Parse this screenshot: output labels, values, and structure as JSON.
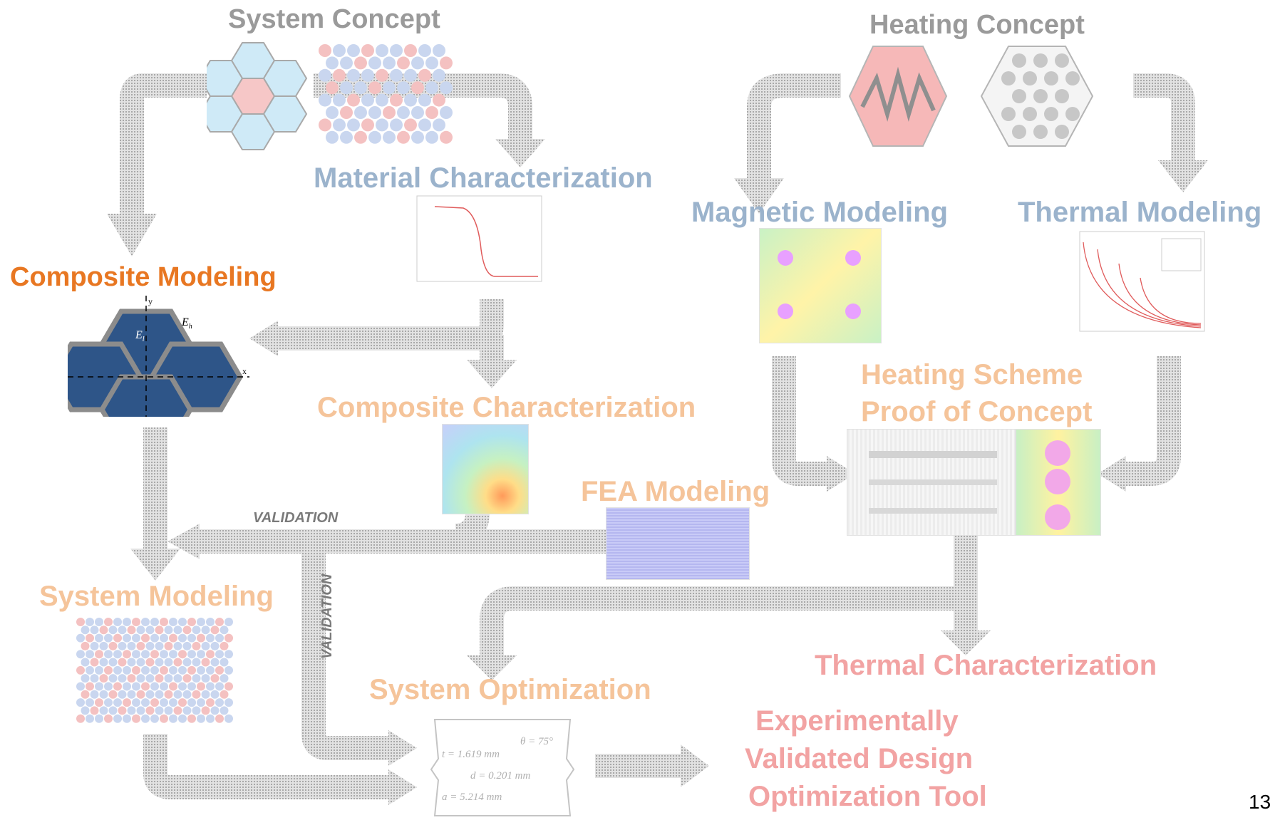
{
  "colors": {
    "arrow": "#bdbdbd",
    "gray_text": "#9a9a9a",
    "blue_text": "#9bb3cc",
    "orange_text": "#f5c49a",
    "red_text": "#f2a3a3",
    "active_text": "#e87722",
    "composite_fill": "#2e5588",
    "composite_border": "#8c8c8c"
  },
  "labels": {
    "system_concept": "System Concept",
    "heating_concept": "Heating Concept",
    "material_characterization": "Material Characterization",
    "magnetic_modeling": "Magnetic Modeling",
    "thermal_modeling": "Thermal Modeling",
    "composite_modeling": "Composite Modeling",
    "heating_scheme_line1": "Heating Scheme",
    "heating_scheme_line2": "Proof of Concept",
    "composite_characterization": "Composite Characterization",
    "fea_modeling": "FEA Modeling",
    "validation_h": "VALIDATION",
    "validation_v": "VALIDATION",
    "system_modeling": "System Modeling",
    "thermal_characterization": "Thermal Characterization",
    "system_optimization": "System Optimization",
    "outcome_line1": "Experimentally",
    "outcome_line2": "Validated Design",
    "outcome_line3": "Optimization Tool"
  },
  "composite_diagram": {
    "axis_y": "y",
    "axis_x": "x",
    "el_label": "E",
    "el_sub": "l",
    "eh_label": "E",
    "eh_sub": "h"
  },
  "optimization_params": {
    "t": "t = 1.619 mm",
    "theta": "θ = 75°",
    "d": "d = 0.201 mm",
    "a": "a = 5.214 mm"
  },
  "page_number": "13"
}
